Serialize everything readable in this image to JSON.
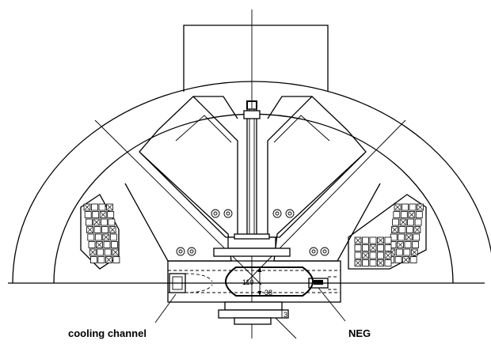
{
  "labels": {
    "cooling_channel": "cooling channel",
    "neg": "NEG",
    "dim_width": "110",
    "dim_height": "38",
    "dim_wall": "3"
  }
}
